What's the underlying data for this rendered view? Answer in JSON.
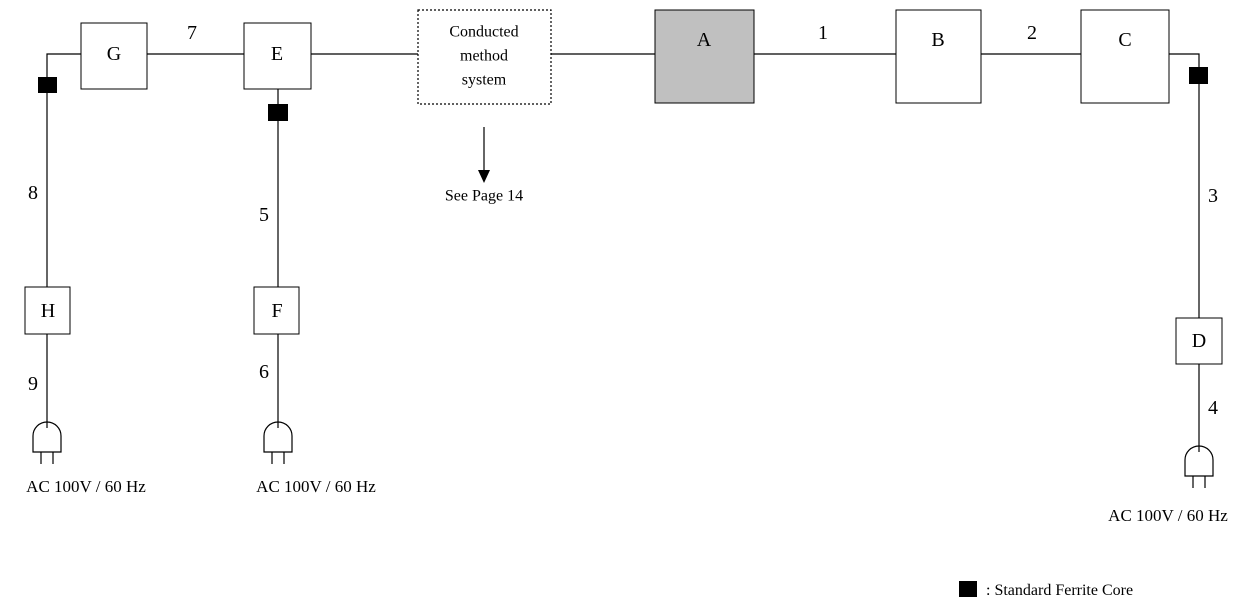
{
  "colors": {
    "line": "#000000",
    "box_fill": "#ffffff",
    "highlight_fill": "#c0c0c0",
    "ferrite_core": "#000000"
  },
  "nodes": {
    "A": "A",
    "B": "B",
    "C": "C",
    "D": "D",
    "E": "E",
    "F": "F",
    "G": "G",
    "H": "H"
  },
  "conducted": {
    "line1": "Conducted",
    "line2": "method",
    "line3": "system",
    "see_page": "See Page 14"
  },
  "cables": [
    "1",
    "2",
    "3",
    "4",
    "5",
    "6",
    "7",
    "8",
    "9"
  ],
  "power": {
    "left": "AC 100V / 60 Hz",
    "middle": "AC 100V / 60 Hz",
    "right": "AC 100V / 60 Hz"
  },
  "legend": {
    "text": ": Standard Ferrite Core",
    "icon": "ferrite-core-square"
  }
}
